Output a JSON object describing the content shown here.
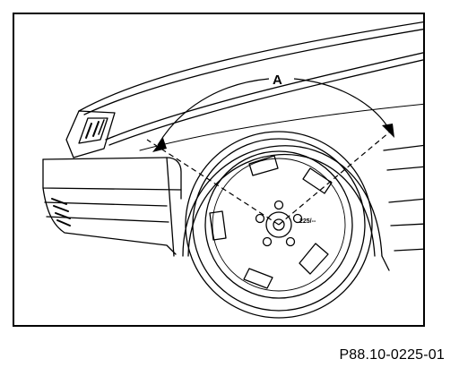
{
  "figure": {
    "dimension_label": "A",
    "wheel_marking": "225/--",
    "code": "P88.10-0225-01"
  },
  "colors": {
    "line": "#000000",
    "background": "#ffffff"
  }
}
